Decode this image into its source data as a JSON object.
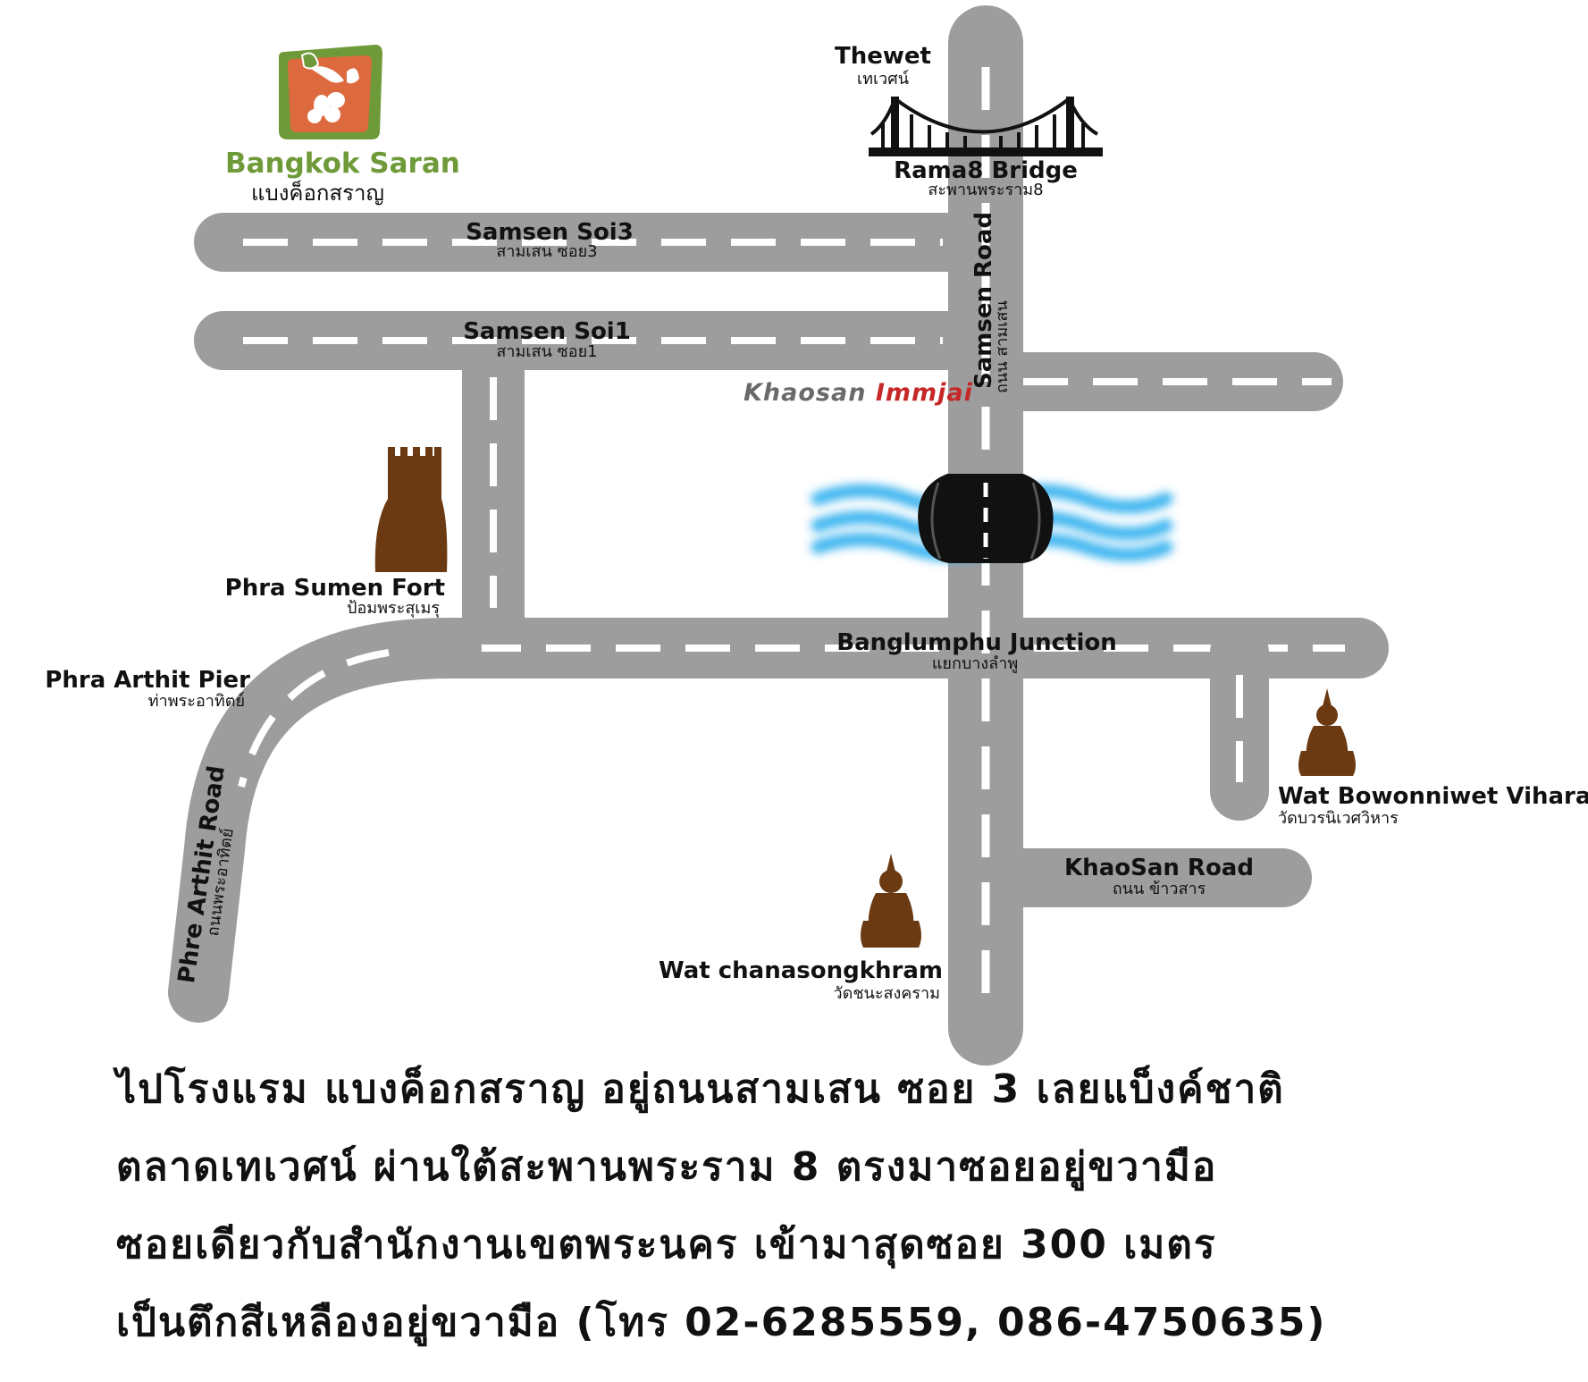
{
  "brand": {
    "name_en": "Bangkok Saran",
    "name_th": "แบงค็อกสราญ",
    "logo_colors": {
      "orange": "#dd6a3e",
      "green": "#6f9a3a"
    }
  },
  "colors": {
    "road": "#9d9d9d",
    "road_dash": "#ffffff",
    "landmark": "#6b3a12",
    "water": "#3fb6f0"
  },
  "roads": {
    "samsen_soi3": {
      "en": "Samsen Soi3",
      "th": "สามเสน ซอย3"
    },
    "samsen_soi1": {
      "en": "Samsen Soi1",
      "th": "สามเสน ซอย1"
    },
    "samsen_road": {
      "en": "Samsen Road",
      "th": "ถนน สามเสน"
    },
    "phra_arthit_road": {
      "en": "Phre Arthit Road",
      "th": "ถนนพระอาทิตย์"
    },
    "khaosan_road": {
      "en": "KhaoSan Road",
      "th": "ถนน ข้าวสาร"
    },
    "banglumphu_junction": {
      "en": "Banglumphu Junction",
      "th": "แยกบางลำพู"
    }
  },
  "places": {
    "thewet": {
      "en": "Thewet",
      "th": "เทเวศน์"
    },
    "rama8_bridge": {
      "en": "Rama8 Bridge",
      "th": "สะพานพระราม8"
    },
    "phra_sumen_fort": {
      "en": "Phra Sumen Fort",
      "th": "ป้อมพระสุเมรุ"
    },
    "phra_arthit_pier": {
      "en": "Phra Arthit Pier",
      "th": "ท่าพระอาทิตย์"
    },
    "wat_bowonniwet": {
      "en": "Wat Bowonniwet Vihara",
      "th": "วัดบวรนิเวศวิหาร"
    },
    "wat_chana": {
      "en": "Wat chanasongkhram",
      "th": "วัดชนะสงคราม"
    },
    "khaosan_immjai": {
      "part1": "Khaosan",
      "part2": "Immjai"
    }
  },
  "directions": [
    " ไปโรงแรม  แบงค็อกสราญ  อยู่ถนนสามเสน ซอย 3 เลยแบ็งค์ชาติ",
    "ตลาดเทเวศน์ ผ่านใต้สะพานพระราม 8 ตรงมาซอยอยู่ขวามือ",
    "ซอยเดียวกับสำนักงานเขตพระนคร เข้ามาสุดซอย 300 เมตร",
    "เป็นตึกสีเหลืองอยู่ขวามือ (โทร 02-6285559, 086-4750635)"
  ]
}
